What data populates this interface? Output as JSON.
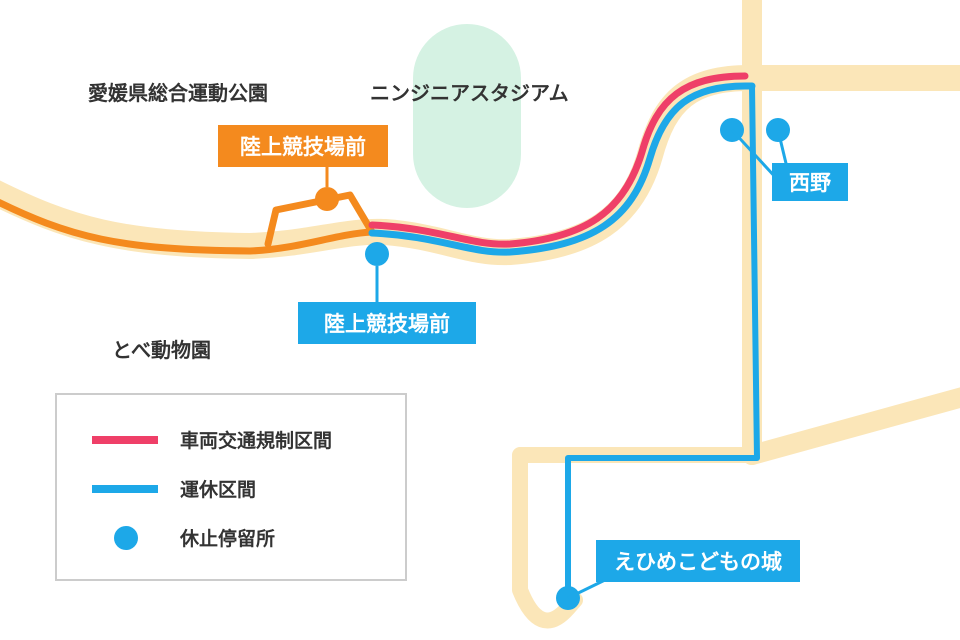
{
  "colors": {
    "road": "#fbe6b8",
    "stadium": "#d5f2e3",
    "regulation": "#ef3f68",
    "suspended": "#1da8e8",
    "bus_route": "#f48a1e",
    "place_text": "#333333",
    "legend_border": "#cccccc"
  },
  "places": {
    "park": "愛媛県総合運動公園",
    "stadium": "ニンジニアスタジアム",
    "zoo": "とべ動物園"
  },
  "stops": {
    "rikujo_orange": "陸上競技場前",
    "rikujo_blue": "陸上競技場前",
    "nishino": "西野",
    "kodomo": "えひめこどもの城"
  },
  "legend": {
    "regulation": "車両交通規制区間",
    "suspended": "運休区間",
    "stop": "休止停留所"
  }
}
